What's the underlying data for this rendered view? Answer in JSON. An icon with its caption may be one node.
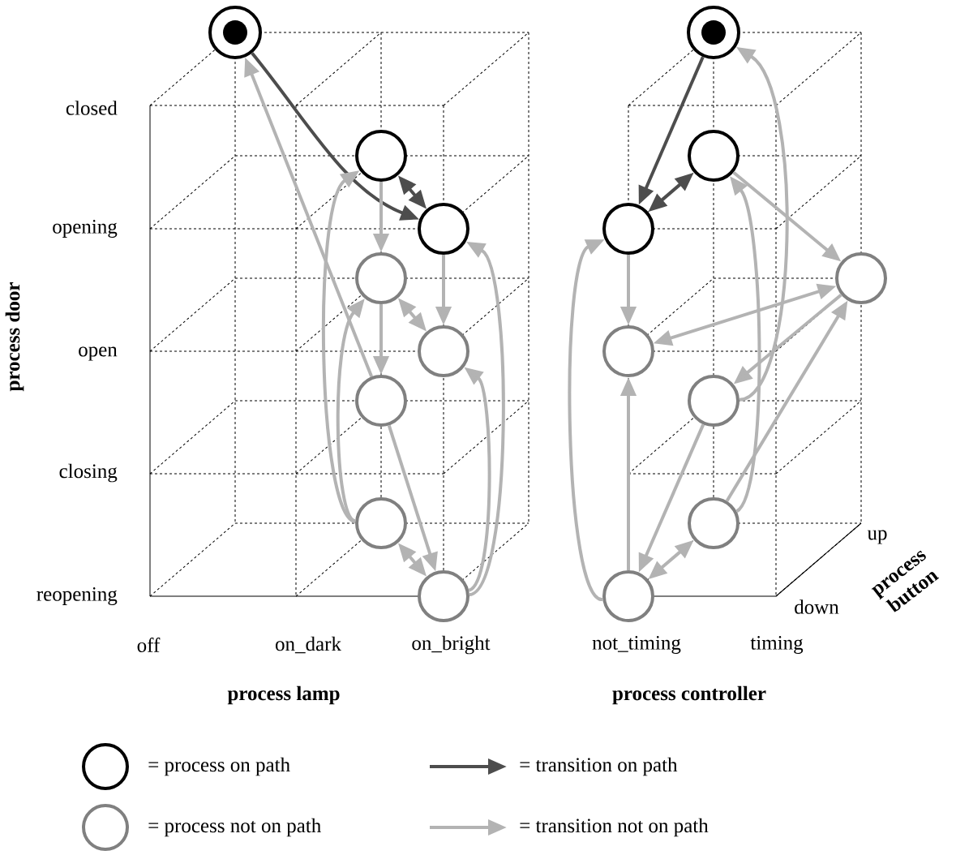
{
  "diagram": {
    "nodes": [
      {
        "text": [],
        "shape": "circle"
      },
      {
        "text": [],
        "shape": "circle"
      },
      {
        "text": [],
        "shape": "circle"
      },
      {
        "text": [],
        "shape": "circle"
      },
      {
        "text": [],
        "shape": "circle"
      },
      {
        "text": [],
        "shape": "circle"
      },
      {
        "text": [],
        "shape": "circle"
      },
      {
        "text": [],
        "shape": "circle"
      },
      {
        "text": [],
        "shape": "circle"
      },
      {
        "text": [],
        "shape": "circle"
      },
      {
        "text": [],
        "shape": "circle"
      },
      {
        "text": [],
        "shape": "circle"
      },
      {
        "text": [],
        "shape": "circle"
      },
      {
        "text": [],
        "shape": "circle"
      },
      {
        "text": [],
        "shape": "circle"
      },
      {
        "text": [],
        "shape": "circle"
      }
    ],
    "edges": [
      {
        "from": 0,
        "to": 2,
        "arrow": "to",
        "color": "#4d4d4d"
      },
      {
        "from": 1,
        "to": 2,
        "arrow": "both",
        "color": "#4d4d4d"
      },
      {
        "from": 5,
        "to": 0,
        "arrow": "to"
      },
      {
        "from": 1,
        "to": 3,
        "arrow": "to"
      },
      {
        "from": 3,
        "to": 5,
        "arrow": "to"
      },
      {
        "from": 3,
        "to": 4,
        "arrow": "both"
      },
      {
        "from": 2,
        "to": 4,
        "arrow": "to"
      },
      {
        "from": 6,
        "to": 1,
        "arrow": "to"
      },
      {
        "from": 6,
        "to": 3,
        "arrow": "to"
      },
      {
        "from": 5,
        "to": 7,
        "arrow": "to"
      },
      {
        "from": 6,
        "to": 7,
        "arrow": "both"
      },
      {
        "from": 7,
        "to": 4,
        "arrow": "to"
      },
      {
        "from": 7,
        "to": 2,
        "arrow": "to"
      },
      {
        "from": 8,
        "to": 10,
        "arrow": "to",
        "color": "#4d4d4d"
      },
      {
        "from": 9,
        "to": 10,
        "arrow": "both",
        "color": "#4d4d4d"
      },
      {
        "from": 9,
        "to": 11,
        "arrow": "to"
      },
      {
        "from": 11,
        "to": 12,
        "arrow": "both"
      },
      {
        "from": 11,
        "to": 13,
        "arrow": "to"
      },
      {
        "from": 10,
        "to": 12,
        "arrow": "to"
      },
      {
        "from": 15,
        "to": 12,
        "arrow": "to"
      },
      {
        "from": 15,
        "to": 10,
        "arrow": "to"
      },
      {
        "from": 13,
        "to": 15,
        "arrow": "to"
      },
      {
        "from": 15,
        "to": 14,
        "arrow": "both"
      },
      {
        "from": 14,
        "to": 11,
        "arrow": "to"
      },
      {
        "from": 14,
        "to": 9,
        "arrow": "to"
      },
      {
        "from": 13,
        "to": 8,
        "arrow": "to"
      }
    ],
    "labels": [
      "closed",
      "opening",
      "open",
      "closing",
      "reopening",
      "process door",
      "up",
      "process button",
      "down",
      "off",
      "on_dark",
      "on_bright",
      "not_timing",
      "timing",
      "process lamp",
      "process controller"
    ],
    "legend": [
      {
        "text": "= process on path"
      },
      {
        "text": "= transition on path"
      },
      {
        "text": "= process not on path"
      },
      {
        "text": "= transition not on path"
      }
    ]
  }
}
